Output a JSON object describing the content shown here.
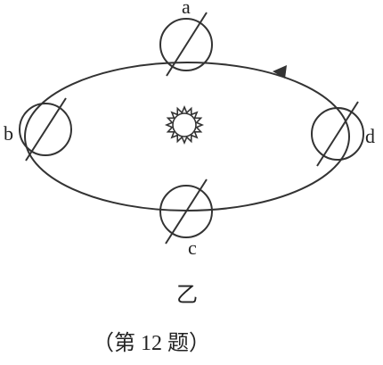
{
  "colors": {
    "ink": "#333333",
    "background": "#ffffff"
  },
  "orbit": {
    "direction": "counter-clockwise"
  },
  "sun": {
    "icon": "sun-icon"
  },
  "earth_positions": [
    {
      "id": "a",
      "label": "a"
    },
    {
      "id": "b",
      "label": "b"
    },
    {
      "id": "c",
      "label": "c"
    },
    {
      "id": "d",
      "label": "d"
    }
  ],
  "figure": {
    "sub_label": "乙",
    "caption": "（第 12 题）"
  }
}
